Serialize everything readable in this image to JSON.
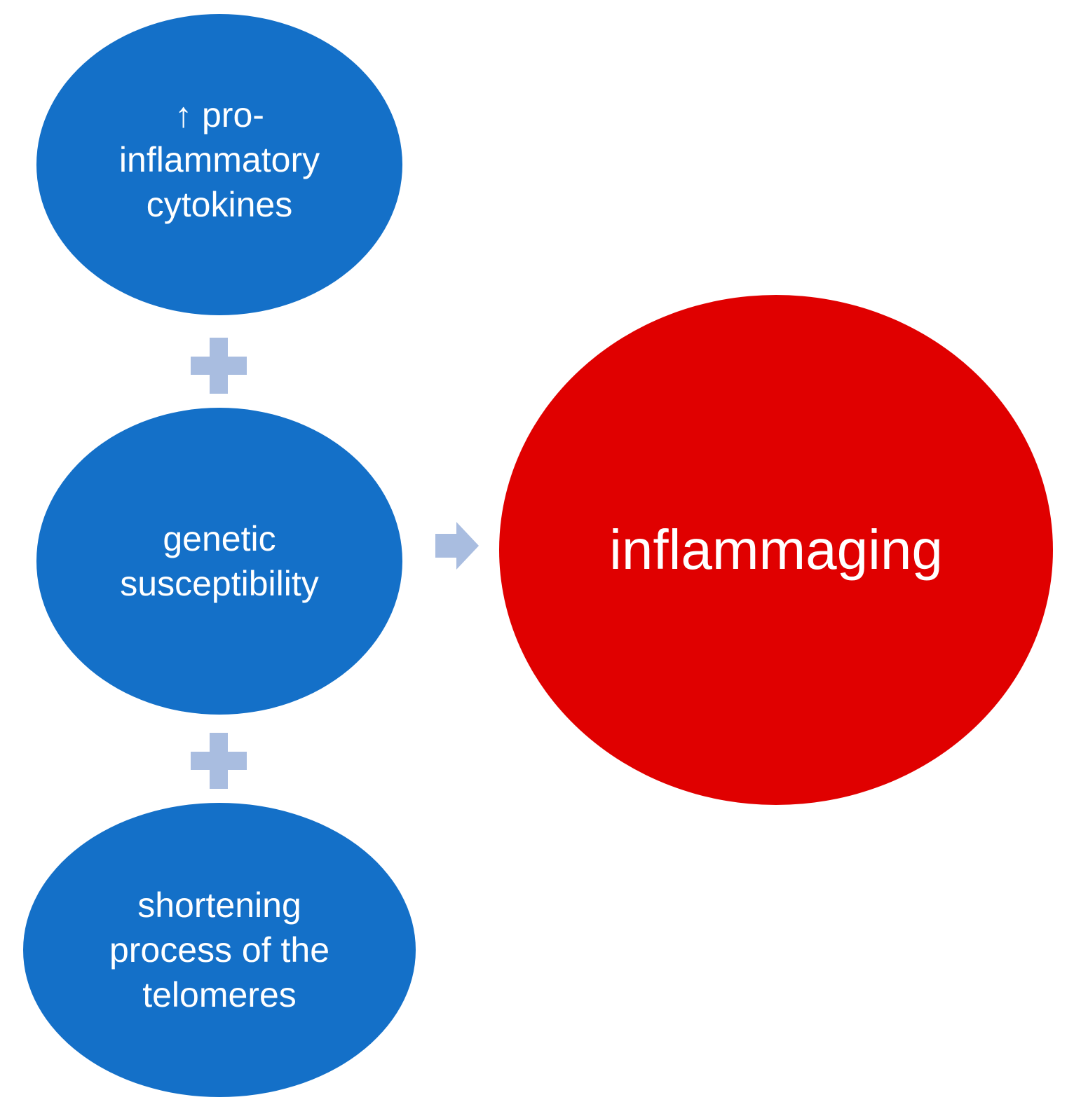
{
  "diagram": {
    "factors": [
      {
        "label": "↑ pro-\ninflammatory\ncytokines"
      },
      {
        "label": "genetic\nsusceptibility"
      },
      {
        "label": "shortening\nprocess of the\ntelomeres"
      }
    ],
    "operator": "plus",
    "result": {
      "label": "inflammaging"
    },
    "colors": {
      "factor_fill": "#1470c8",
      "result_fill": "#e00000",
      "connector": "#a9bde0",
      "text": "#ffffff"
    }
  }
}
